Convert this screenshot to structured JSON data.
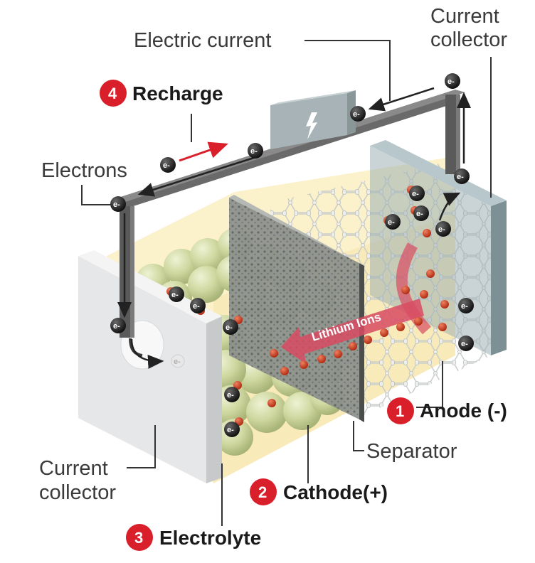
{
  "labels": {
    "electric_current": "Electric current",
    "current_collector_top_line1": "Current",
    "current_collector_top_line2": "collector",
    "recharge": "Recharge",
    "electrons": "Electrons",
    "lithium_ions": "Lithium Ions",
    "anode": "Anode (-)",
    "separator": "Separator",
    "current_collector_bottom_line1": "Current",
    "current_collector_bottom_line2": "collector",
    "cathode": "Cathode(+)",
    "electrolyte": "Electrolyte"
  },
  "badges": {
    "anode": "1",
    "cathode": "2",
    "electrolyte": "3",
    "recharge": "4"
  },
  "electron_symbol": "e-",
  "colors": {
    "badge_red": "#d9202a",
    "electrolyte_yellow": "#fbefc4",
    "cathode_sphere": "#d4dcaa",
    "lithium_ion": "#c9421f",
    "electron_dark": "#1f1f1f",
    "ion_arrow": "#d84b62",
    "anode_plate": "#9fb1b5",
    "wire": "#6a6a6a"
  }
}
